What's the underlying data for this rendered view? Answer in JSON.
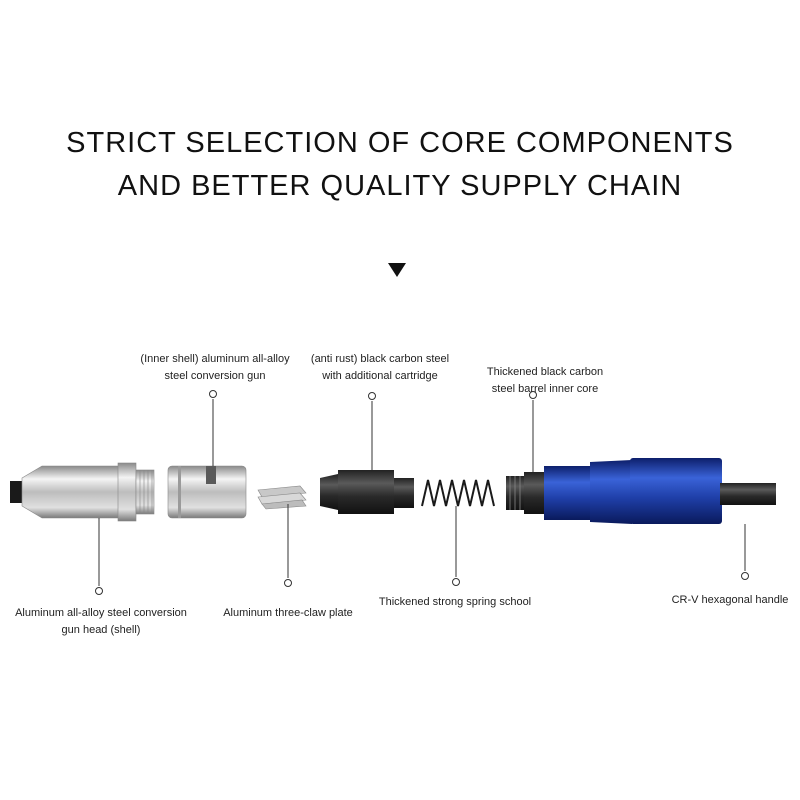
{
  "header": {
    "line1": "STRICT SELECTION OF CORE COMPONENTS",
    "line2": "AND BETTER QUALITY SUPPLY CHAIN"
  },
  "colors": {
    "handle_blue": "#1f3fa8",
    "steel": "#c9c9c9",
    "dark_steel": "#2b2b2b",
    "leader_line": "#333333"
  },
  "components": {
    "inner_shell": [
      "(Inner shell) aluminum all-alloy",
      "steel conversion gun"
    ],
    "cartridge": [
      "(anti rust) black carbon steel",
      "with additional cartridge"
    ],
    "barrel_core": [
      "Thickened black carbon",
      "steel barrel inner core"
    ],
    "gun_head": [
      "Aluminum all-alloy steel conversion",
      "gun head (shell)"
    ],
    "claw_plate": "Aluminum three-claw plate",
    "spring": "Thickened strong spring school",
    "handle": "CR-V hexagonal handle"
  }
}
